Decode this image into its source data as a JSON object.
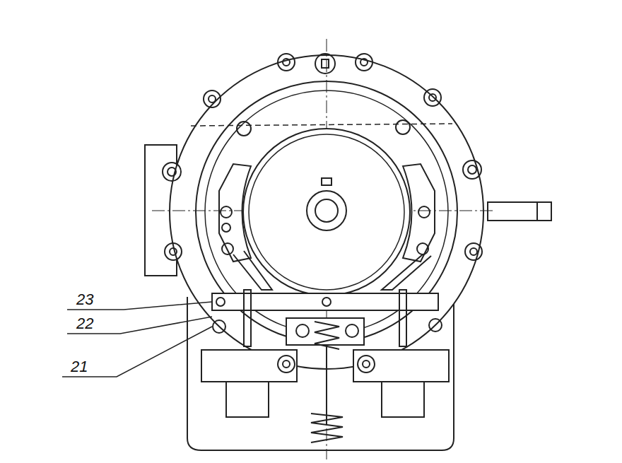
{
  "diagram": {
    "labels": [
      "23",
      "22",
      "21"
    ]
  }
}
